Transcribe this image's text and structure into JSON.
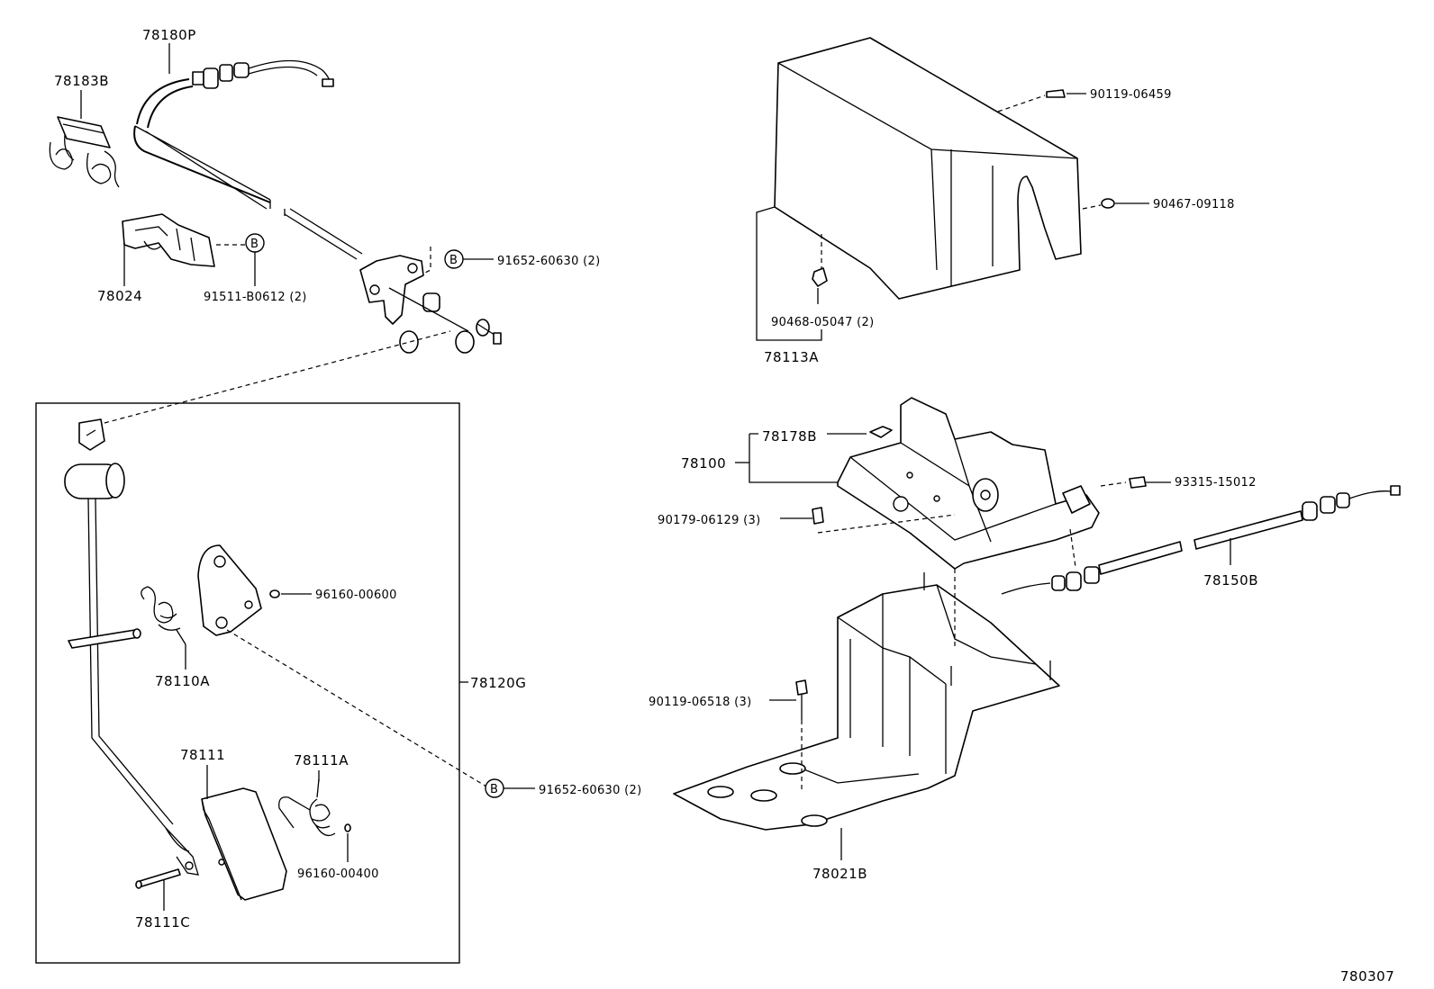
{
  "diagram_id": "780307",
  "callout_symbol": "B",
  "parts": {
    "p78180P": "78180P",
    "p78183B": "78183B",
    "p78024": "78024",
    "p91511": "91511-B0612 (2)",
    "p91652_top": "91652-60630 (2)",
    "p91652_bottom": "91652-60630 (2)",
    "p90119_06459": "90119-06459",
    "p90467": "90467-09118",
    "p90468": "90468-05047 (2)",
    "p78113A": "78113A",
    "p78178B": "78178B",
    "p78100": "78100",
    "p93315": "93315-15012",
    "p90179": "90179-06129 (3)",
    "p78150B": "78150B",
    "p90119_06518": "90119-06518 (3)",
    "p78021B": "78021B",
    "p96160_00600": "96160-00600",
    "p78110A": "78110A",
    "p78120G": "78120G",
    "p78111": "78111",
    "p78111A": "78111A",
    "p96160_00400": "96160-00400",
    "p78111C": "78111C"
  }
}
